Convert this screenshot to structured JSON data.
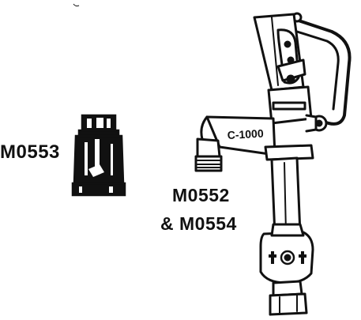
{
  "labels": {
    "part_m0553": "M0553",
    "part_m0552": "M0552",
    "part_m0554": "& M0554"
  },
  "hydrant": {
    "model_text": "C-1000"
  },
  "colors": {
    "ink": "#111111",
    "background": "#ffffff"
  }
}
